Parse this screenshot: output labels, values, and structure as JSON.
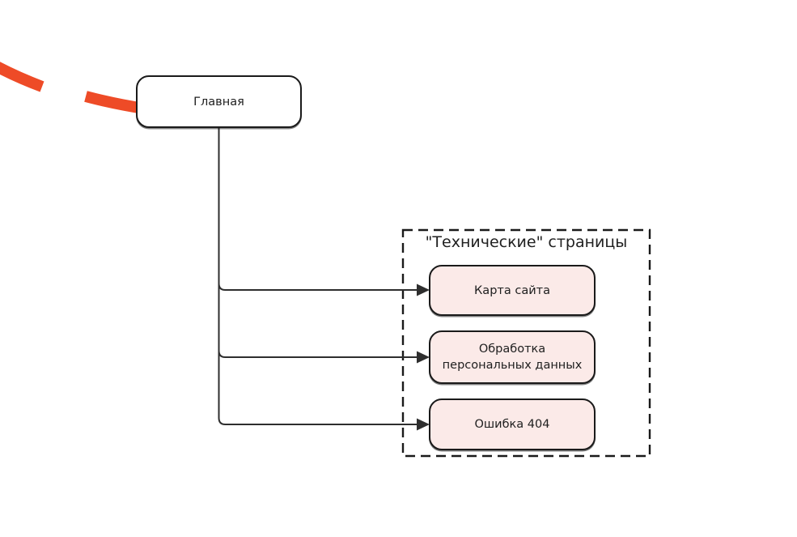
{
  "diagram": {
    "root_node": {
      "label": "Главная"
    },
    "group": {
      "title": "\"Технические\" страницы",
      "nodes": [
        {
          "label": "Карта сайта"
        },
        {
          "label": "Обработка персональных данных"
        },
        {
          "label": "Ошибка 404"
        }
      ]
    },
    "colors": {
      "accent_stroke_red": "#EE4B27",
      "technical_node_fill": "#FBEAE8",
      "root_node_fill": "#FFFFFF",
      "node_outline": "#1A1A1A",
      "connector": "#2E2E2E",
      "text": "#202020"
    }
  }
}
